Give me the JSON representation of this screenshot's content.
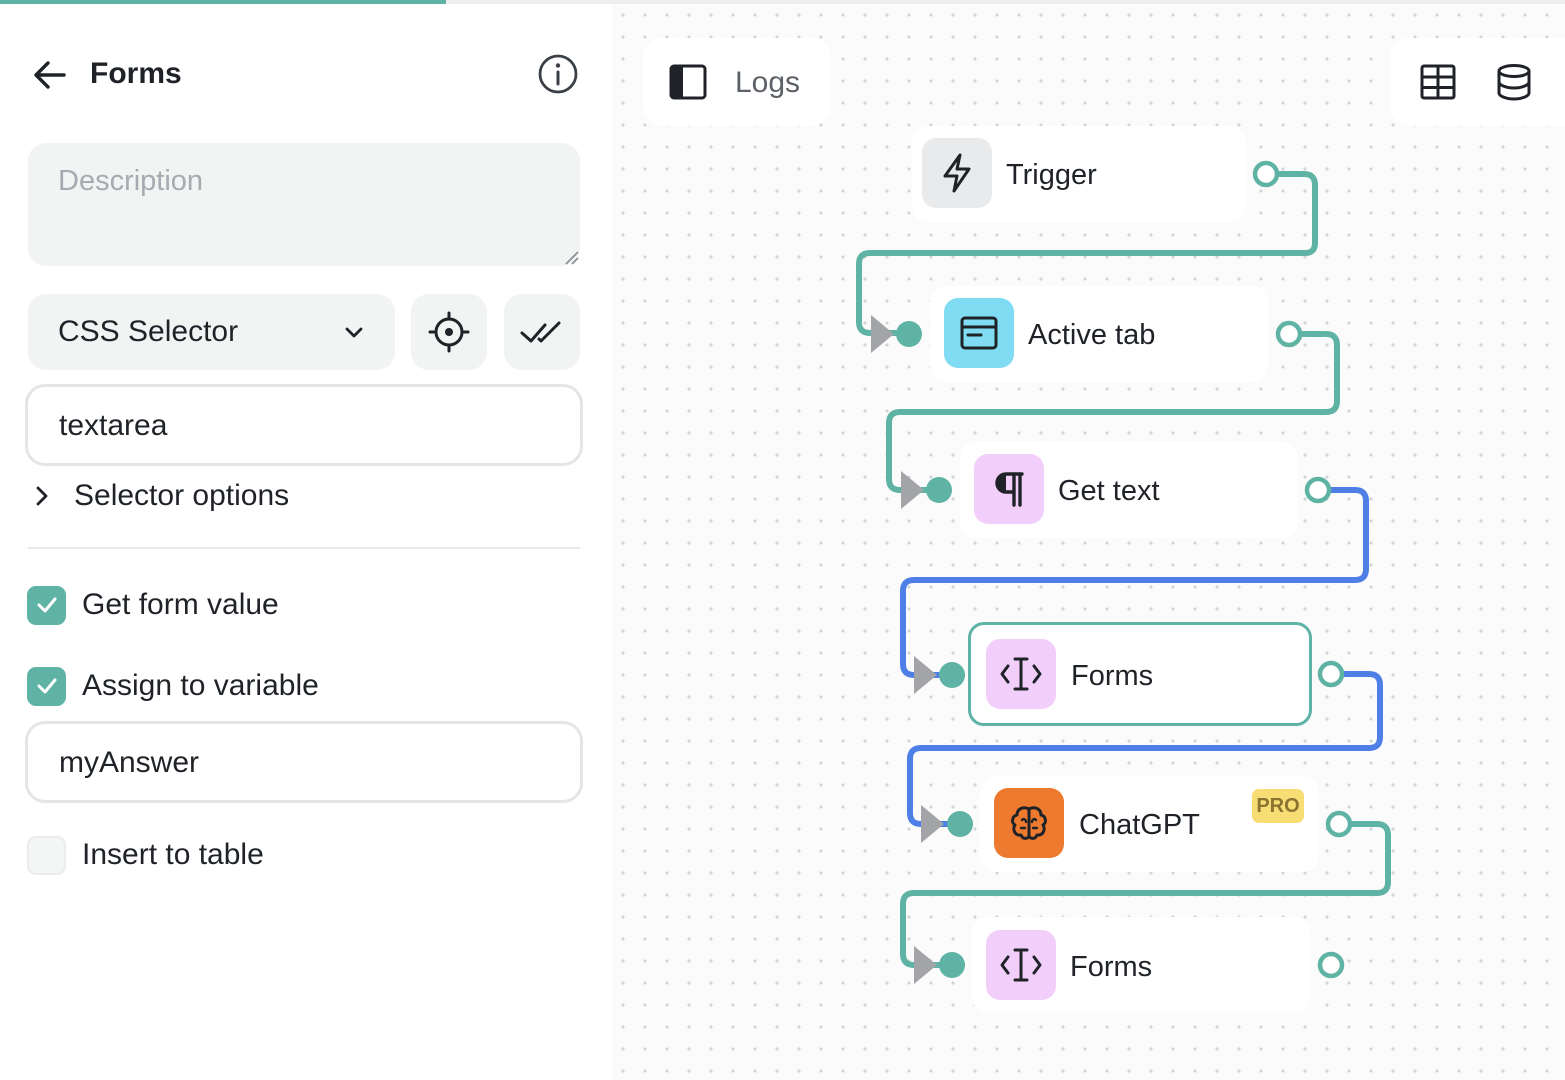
{
  "progress": {
    "fraction": 0.285,
    "color": "#5fb3a5"
  },
  "panel": {
    "title": "Forms",
    "description": {
      "value": "",
      "placeholder": "Description"
    },
    "selector_type": "CSS Selector",
    "selector_value": "textarea",
    "selector_options_label": "Selector options",
    "checkboxes": [
      {
        "label": "Get form value",
        "checked": true
      },
      {
        "label": "Assign to variable",
        "checked": true
      },
      {
        "label": "Insert to table",
        "checked": false
      }
    ],
    "variable_name": "myAnswer"
  },
  "canvas": {
    "logs_label": "Logs",
    "nodes": [
      {
        "label": "Trigger",
        "icon": "bolt-icon",
        "icon_bg": "#e9eaeb"
      },
      {
        "label": "Active tab",
        "icon": "browser-window-icon",
        "icon_bg": "#7fdcf2"
      },
      {
        "label": "Get text",
        "icon": "pilcrow-icon",
        "icon_bg": "#f2cffa"
      },
      {
        "label": "Forms",
        "icon": "text-cursor-icon",
        "icon_bg": "#f2cffa",
        "selected": true
      },
      {
        "label": "ChatGPT",
        "icon": "brain-icon",
        "icon_bg": "#ee7a2f",
        "badge": "PRO"
      },
      {
        "label": "Forms",
        "icon": "text-cursor-icon",
        "icon_bg": "#f2cffa"
      }
    ]
  },
  "colors": {
    "accent": "#5fb3a5",
    "edge_blue": "#4e7fe6",
    "badge": "#f7dd74"
  }
}
